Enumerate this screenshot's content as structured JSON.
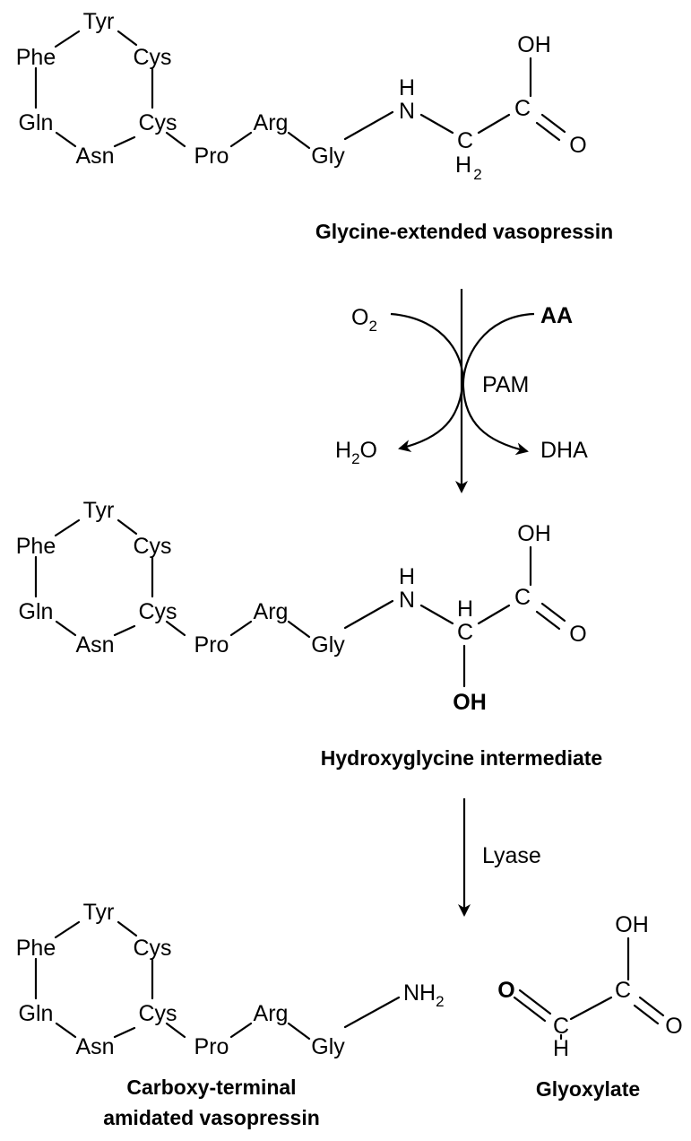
{
  "residues": {
    "tyr": "Tyr",
    "phe": "Phe",
    "cys": "Cys",
    "gln": "Gln",
    "asn": "Asn",
    "pro": "Pro",
    "arg": "Arg",
    "gly": "Gly"
  },
  "atoms": {
    "oh": "OH",
    "h": "H",
    "n": "N",
    "c": "C",
    "o": "O",
    "h2_h": "H",
    "h2_sub": "2",
    "nh2_base": "NH",
    "nh2_sub": "2"
  },
  "reaction1": {
    "o2_base": "O",
    "o2_sub": "2",
    "cofactor": "AA",
    "enzyme": "PAM",
    "h2o_base": "H",
    "h2o_sub": "2",
    "h2o_tail": "O",
    "product": "DHA"
  },
  "reaction2": {
    "enzyme": "Lyase"
  },
  "captions": {
    "compound1": "Glycine-extended vasopressin",
    "compound2": "Hydroxyglycine intermediate",
    "compound3_line1": "Carboxy-terminal",
    "compound3_line2": "amidated vasopressin",
    "compound4": "Glyoxylate"
  }
}
